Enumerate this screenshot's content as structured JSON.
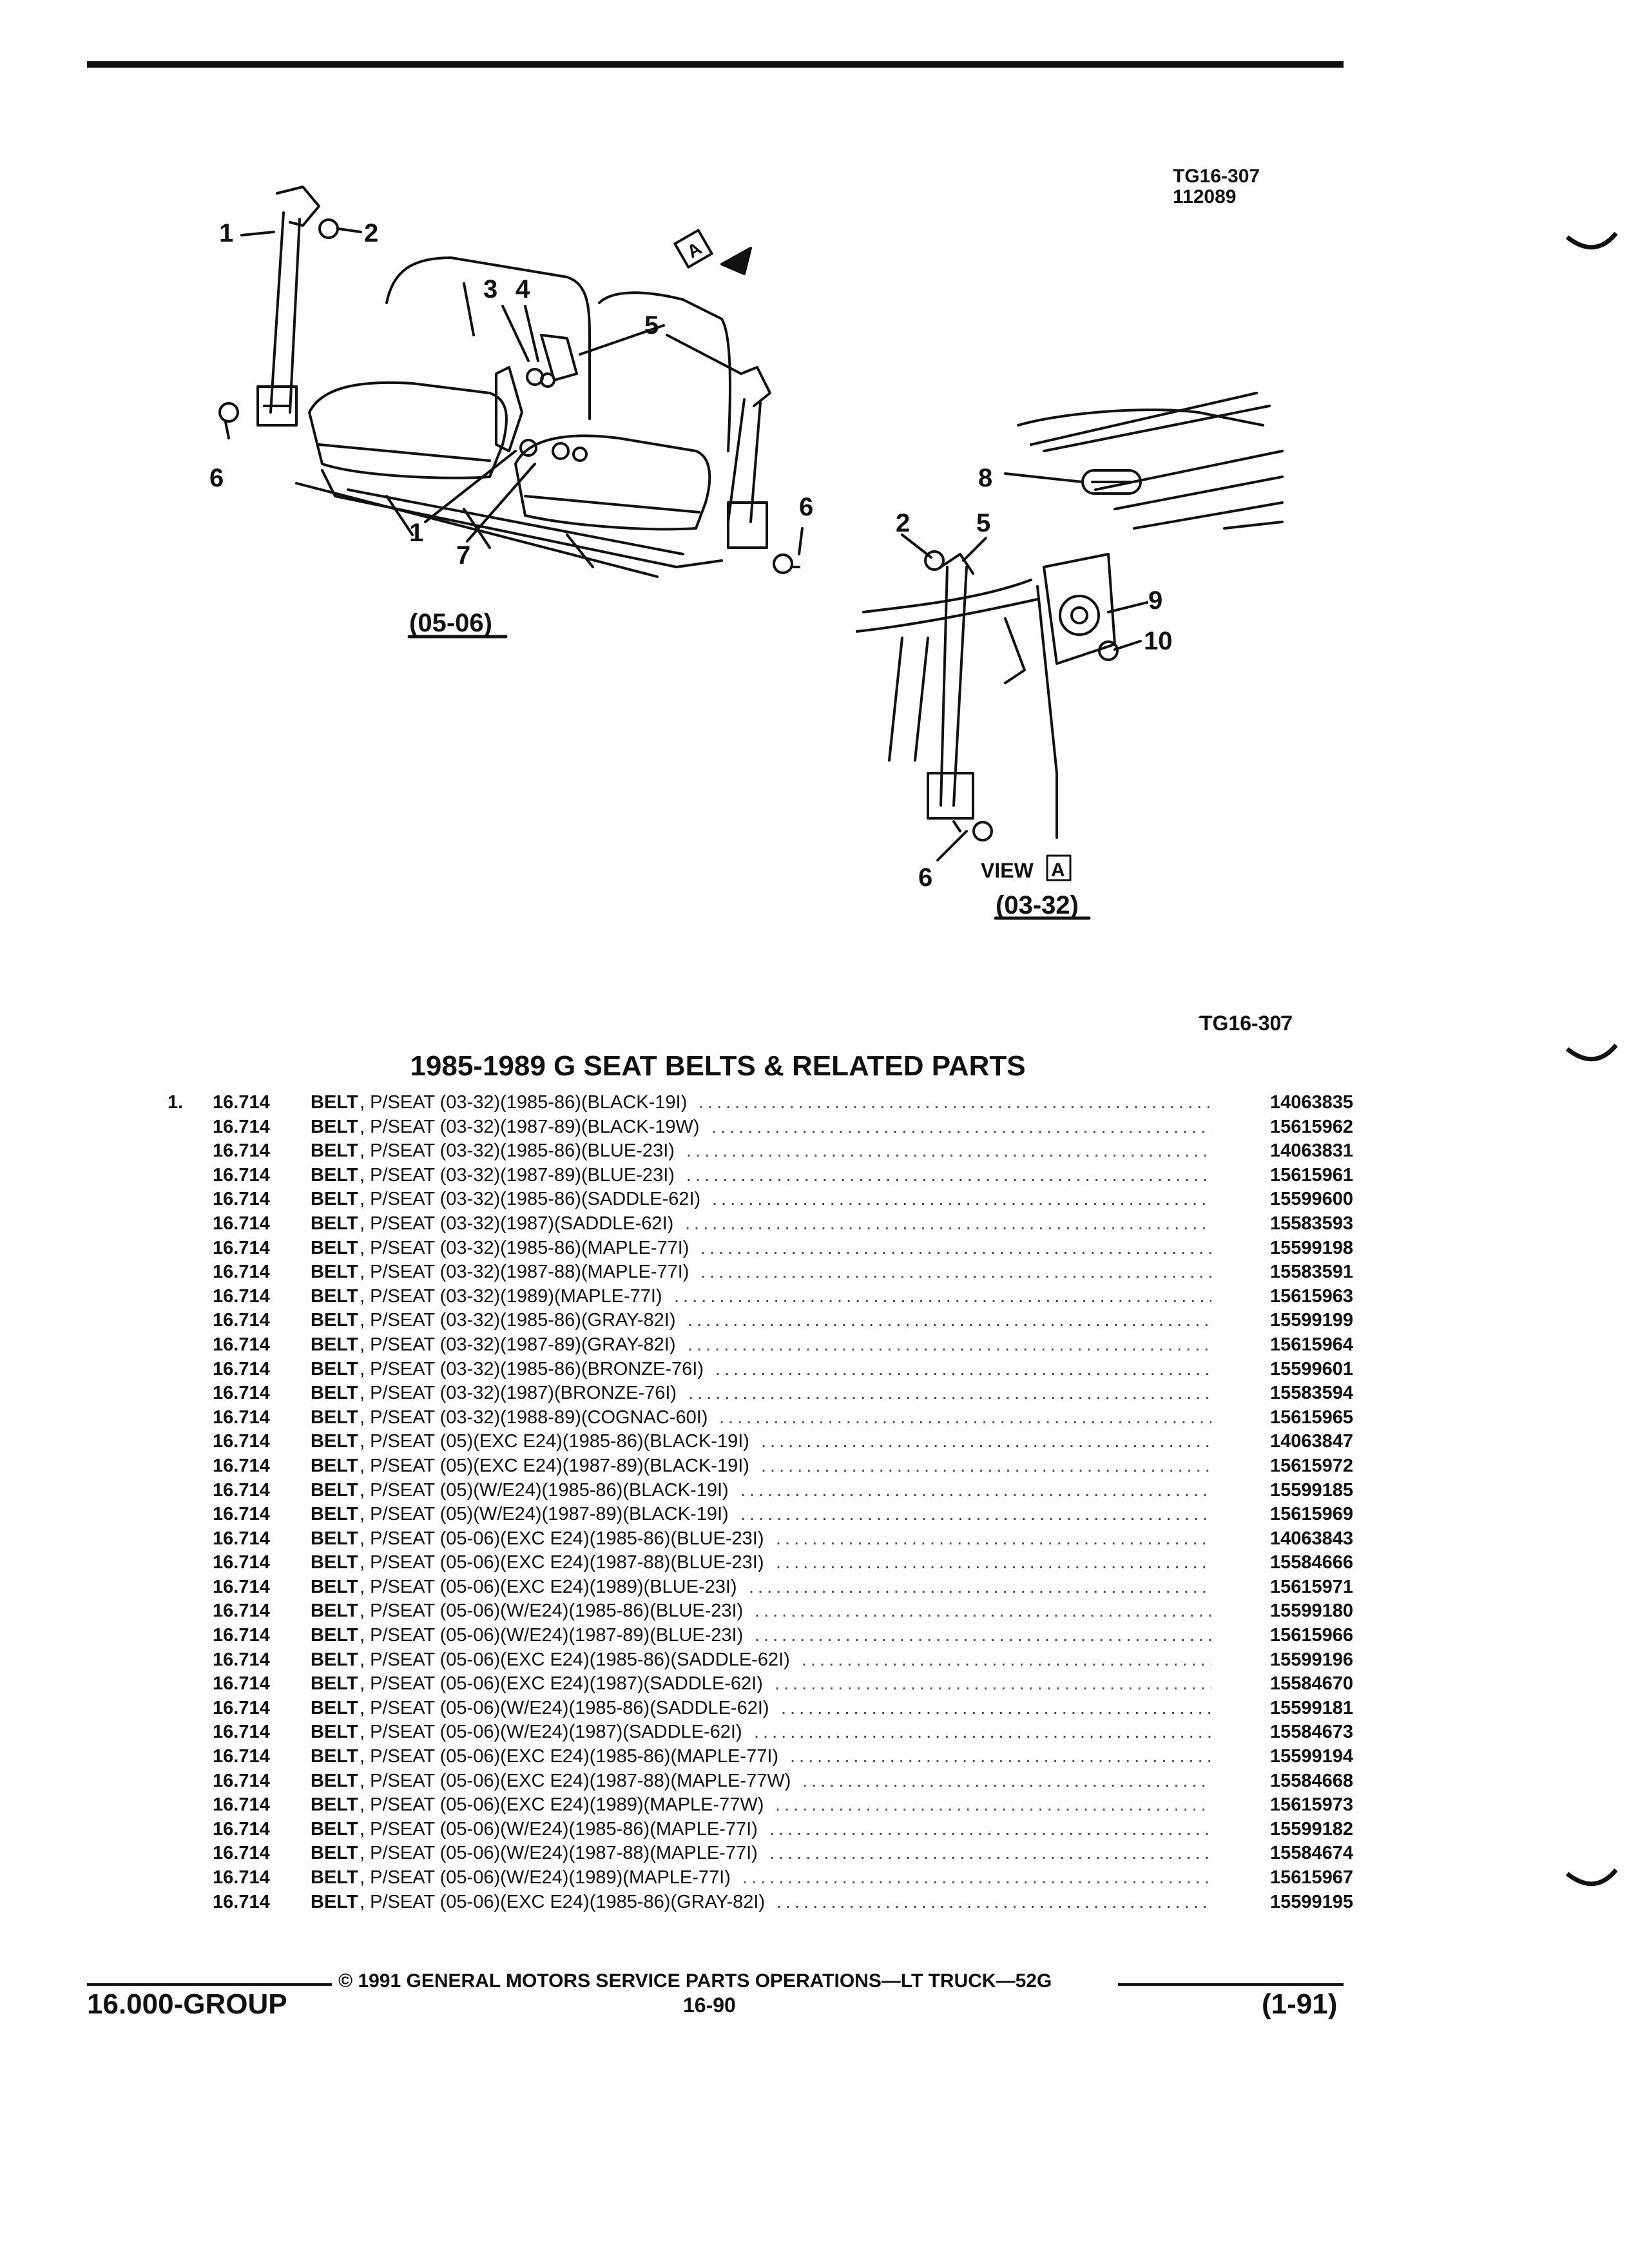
{
  "header": {
    "code_line1": "TG16-307",
    "code_line2": "112089"
  },
  "diagram": {
    "callouts": [
      "1",
      "2",
      "3",
      "4",
      "5",
      "6",
      "7",
      "1",
      "6",
      "8",
      "2",
      "5",
      "9",
      "10",
      "6"
    ],
    "view_label": "VIEW",
    "view_letter": "A",
    "arrow_letter": "A",
    "caption_left": "(05-06)",
    "caption_right": "(03-32)",
    "figure_code": "TG16-307"
  },
  "title": "1985-1989 G SEAT BELTS & RELATED PARTS",
  "parts": [
    {
      "num": "1.",
      "ref": "16.714",
      "name": "BELT",
      "desc": ", P/SEAT (03-32)(1985-86)(BLACK-19I)",
      "pn": "14063835"
    },
    {
      "num": "",
      "ref": "16.714",
      "name": "BELT",
      "desc": ", P/SEAT (03-32)(1987-89)(BLACK-19W)",
      "pn": "15615962"
    },
    {
      "num": "",
      "ref": "16.714",
      "name": "BELT",
      "desc": ", P/SEAT (03-32)(1985-86)(BLUE-23I)",
      "pn": "14063831"
    },
    {
      "num": "",
      "ref": "16.714",
      "name": "BELT",
      "desc": ", P/SEAT (03-32)(1987-89)(BLUE-23I)",
      "pn": "15615961"
    },
    {
      "num": "",
      "ref": "16.714",
      "name": "BELT",
      "desc": ", P/SEAT (03-32)(1985-86)(SADDLE-62I)",
      "pn": "15599600"
    },
    {
      "num": "",
      "ref": "16.714",
      "name": "BELT",
      "desc": ", P/SEAT (03-32)(1987)(SADDLE-62I)",
      "pn": "15583593"
    },
    {
      "num": "",
      "ref": "16.714",
      "name": "BELT",
      "desc": ", P/SEAT (03-32)(1985-86)(MAPLE-77I)",
      "pn": "15599198"
    },
    {
      "num": "",
      "ref": "16.714",
      "name": "BELT",
      "desc": ", P/SEAT (03-32)(1987-88)(MAPLE-77I)",
      "pn": "15583591"
    },
    {
      "num": "",
      "ref": "16.714",
      "name": "BELT",
      "desc": ", P/SEAT (03-32)(1989)(MAPLE-77I)",
      "pn": "15615963"
    },
    {
      "num": "",
      "ref": "16.714",
      "name": "BELT",
      "desc": ", P/SEAT (03-32)(1985-86)(GRAY-82I)",
      "pn": "15599199"
    },
    {
      "num": "",
      "ref": "16.714",
      "name": "BELT",
      "desc": ", P/SEAT (03-32)(1987-89)(GRAY-82I)",
      "pn": "15615964"
    },
    {
      "num": "",
      "ref": "16.714",
      "name": "BELT",
      "desc": ", P/SEAT (03-32)(1985-86)(BRONZE-76I)",
      "pn": "15599601"
    },
    {
      "num": "",
      "ref": "16.714",
      "name": "BELT",
      "desc": ", P/SEAT (03-32)(1987)(BRONZE-76I)",
      "pn": "15583594"
    },
    {
      "num": "",
      "ref": "16.714",
      "name": "BELT",
      "desc": ", P/SEAT (03-32)(1988-89)(COGNAC-60I)",
      "pn": "15615965"
    },
    {
      "num": "",
      "ref": "16.714",
      "name": "BELT",
      "desc": ", P/SEAT (05)(EXC E24)(1985-86)(BLACK-19I)",
      "pn": "14063847"
    },
    {
      "num": "",
      "ref": "16.714",
      "name": "BELT",
      "desc": ", P/SEAT (05)(EXC E24)(1987-89)(BLACK-19I)",
      "pn": "15615972"
    },
    {
      "num": "",
      "ref": "16.714",
      "name": "BELT",
      "desc": ", P/SEAT (05)(W/E24)(1985-86)(BLACK-19I)",
      "pn": "15599185"
    },
    {
      "num": "",
      "ref": "16.714",
      "name": "BELT",
      "desc": ", P/SEAT (05)(W/E24)(1987-89)(BLACK-19I)",
      "pn": "15615969"
    },
    {
      "num": "",
      "ref": "16.714",
      "name": "BELT",
      "desc": ", P/SEAT (05-06)(EXC E24)(1985-86)(BLUE-23I)",
      "pn": "14063843"
    },
    {
      "num": "",
      "ref": "16.714",
      "name": "BELT",
      "desc": ", P/SEAT (05-06)(EXC E24)(1987-88)(BLUE-23I)",
      "pn": "15584666"
    },
    {
      "num": "",
      "ref": "16.714",
      "name": "BELT",
      "desc": ", P/SEAT (05-06)(EXC E24)(1989)(BLUE-23I)",
      "pn": "15615971"
    },
    {
      "num": "",
      "ref": "16.714",
      "name": "BELT",
      "desc": ", P/SEAT (05-06)(W/E24)(1985-86)(BLUE-23I)",
      "pn": "15599180"
    },
    {
      "num": "",
      "ref": "16.714",
      "name": "BELT",
      "desc": ", P/SEAT (05-06)(W/E24)(1987-89)(BLUE-23I)",
      "pn": "15615966"
    },
    {
      "num": "",
      "ref": "16.714",
      "name": "BELT",
      "desc": ", P/SEAT (05-06)(EXC E24)(1985-86)(SADDLE-62I)",
      "pn": "15599196"
    },
    {
      "num": "",
      "ref": "16.714",
      "name": "BELT",
      "desc": ", P/SEAT (05-06)(EXC E24)(1987)(SADDLE-62I)",
      "pn": "15584670"
    },
    {
      "num": "",
      "ref": "16.714",
      "name": "BELT",
      "desc": ", P/SEAT (05-06)(W/E24)(1985-86)(SADDLE-62I)",
      "pn": "15599181"
    },
    {
      "num": "",
      "ref": "16.714",
      "name": "BELT",
      "desc": ", P/SEAT (05-06)(W/E24)(1987)(SADDLE-62I)",
      "pn": "15584673"
    },
    {
      "num": "",
      "ref": "16.714",
      "name": "BELT",
      "desc": ", P/SEAT (05-06)(EXC E24)(1985-86)(MAPLE-77I)",
      "pn": "15599194"
    },
    {
      "num": "",
      "ref": "16.714",
      "name": "BELT",
      "desc": ", P/SEAT (05-06)(EXC E24)(1987-88)(MAPLE-77W)",
      "pn": "15584668"
    },
    {
      "num": "",
      "ref": "16.714",
      "name": "BELT",
      "desc": ", P/SEAT (05-06)(EXC E24)(1989)(MAPLE-77W)",
      "pn": "15615973"
    },
    {
      "num": "",
      "ref": "16.714",
      "name": "BELT",
      "desc": ", P/SEAT (05-06)(W/E24)(1985-86)(MAPLE-77I)",
      "pn": "15599182"
    },
    {
      "num": "",
      "ref": "16.714",
      "name": "BELT",
      "desc": ", P/SEAT (05-06)(W/E24)(1987-88)(MAPLE-77I)",
      "pn": "15584674"
    },
    {
      "num": "",
      "ref": "16.714",
      "name": "BELT",
      "desc": ", P/SEAT (05-06)(W/E24)(1989)(MAPLE-77I)",
      "pn": "15615967"
    },
    {
      "num": "",
      "ref": "16.714",
      "name": "BELT",
      "desc": ", P/SEAT (05-06)(EXC E24)(1985-86)(GRAY-82I)",
      "pn": "15599195"
    }
  ],
  "dots": "......................................................................",
  "footer": {
    "copyright": "© 1991 GENERAL MOTORS SERVICE PARTS OPERATIONS—LT TRUCK—52G",
    "group": "16.000-GROUP",
    "page": "16-90",
    "date": "(1-91)"
  }
}
